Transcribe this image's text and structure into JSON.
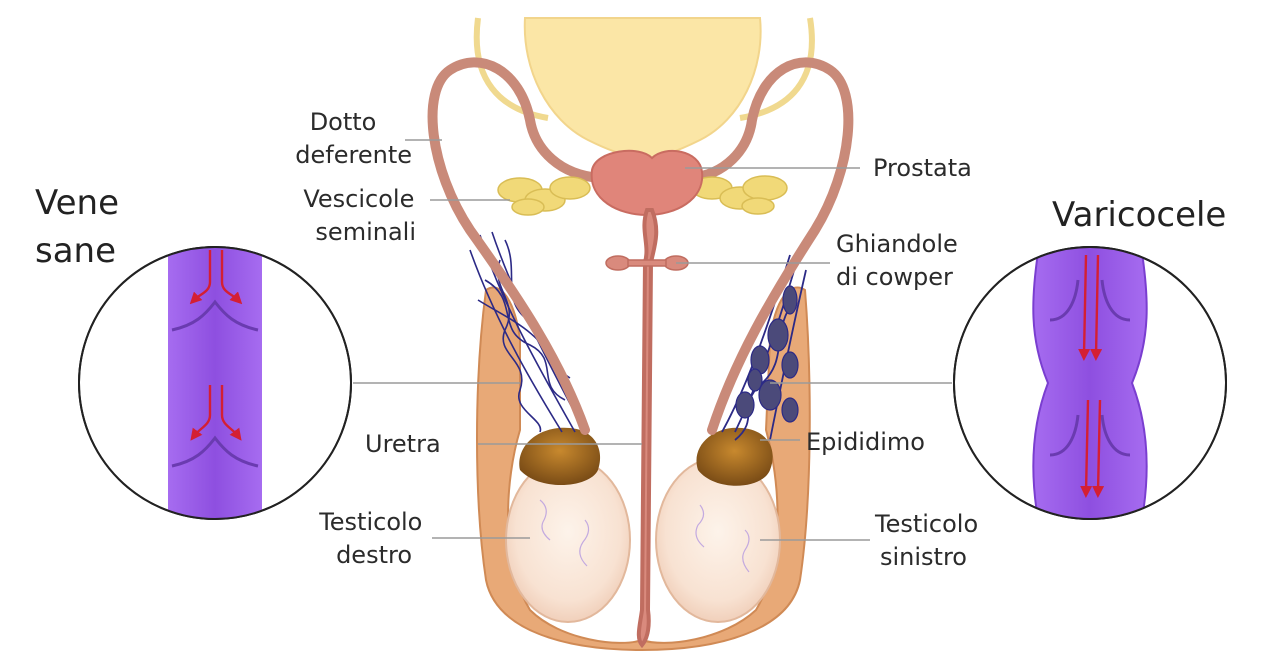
{
  "labels": {
    "dotto_deferente": [
      "Dotto",
      "deferente"
    ],
    "vescicole_seminali": [
      "Vescicole",
      "seminali"
    ],
    "prostata": "Prostata",
    "ghiandole_cowper": [
      "Ghiandole",
      "di cowper"
    ],
    "uretra": "Uretra",
    "epididimo": "Epididimo",
    "testicolo_destro": [
      "Testicolo",
      "destro"
    ],
    "testicolo_sinistro": [
      "Testicolo",
      "sinistro"
    ]
  },
  "insets": {
    "healthy_title": [
      "Vene",
      "sane"
    ],
    "varicocele_title": "Varicocele"
  },
  "colors": {
    "bladder": "#fbe6a6",
    "vas": "#c98a79",
    "prostate": "#e0857a",
    "vesicles": "#f1d978",
    "scrotum": "#e3a173",
    "testis": "#f9e3d3",
    "epididymis": "#8c5a1f",
    "vein_net": "#2c2a86",
    "vein_fill": "#9b59e6",
    "arrow": "#d41f33"
  }
}
